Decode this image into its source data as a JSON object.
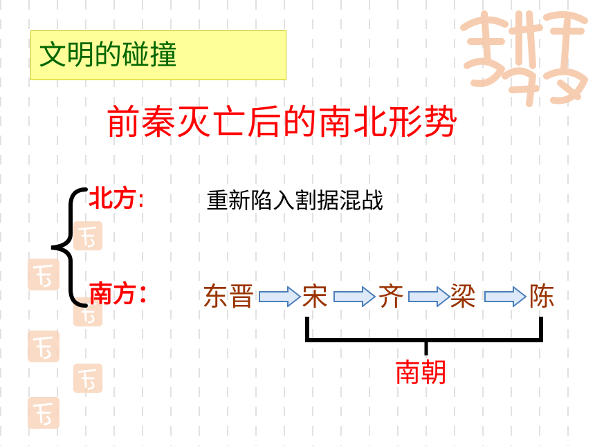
{
  "title": "文明的碰撞",
  "heading": "前秦灭亡后的南北形势",
  "north": {
    "label": "北方",
    "colon": ":",
    "description": "重新陷入割据混战"
  },
  "south": {
    "label": "南方",
    "colon": "：",
    "dynasties": [
      "东晋",
      "宋",
      "齐",
      "梁",
      "陈"
    ],
    "group_label": "南朝"
  },
  "icons": [
    "left-brace",
    "right-arrow",
    "bracket",
    "auspicious-seal"
  ],
  "colors": {
    "title_bg": "#ffff99",
    "title_text": "#006600",
    "heading": "#ff0000",
    "dynasty": "#993300",
    "arrow_fill": "#dde9f8",
    "arrow_stroke": "#4a7ebb"
  }
}
